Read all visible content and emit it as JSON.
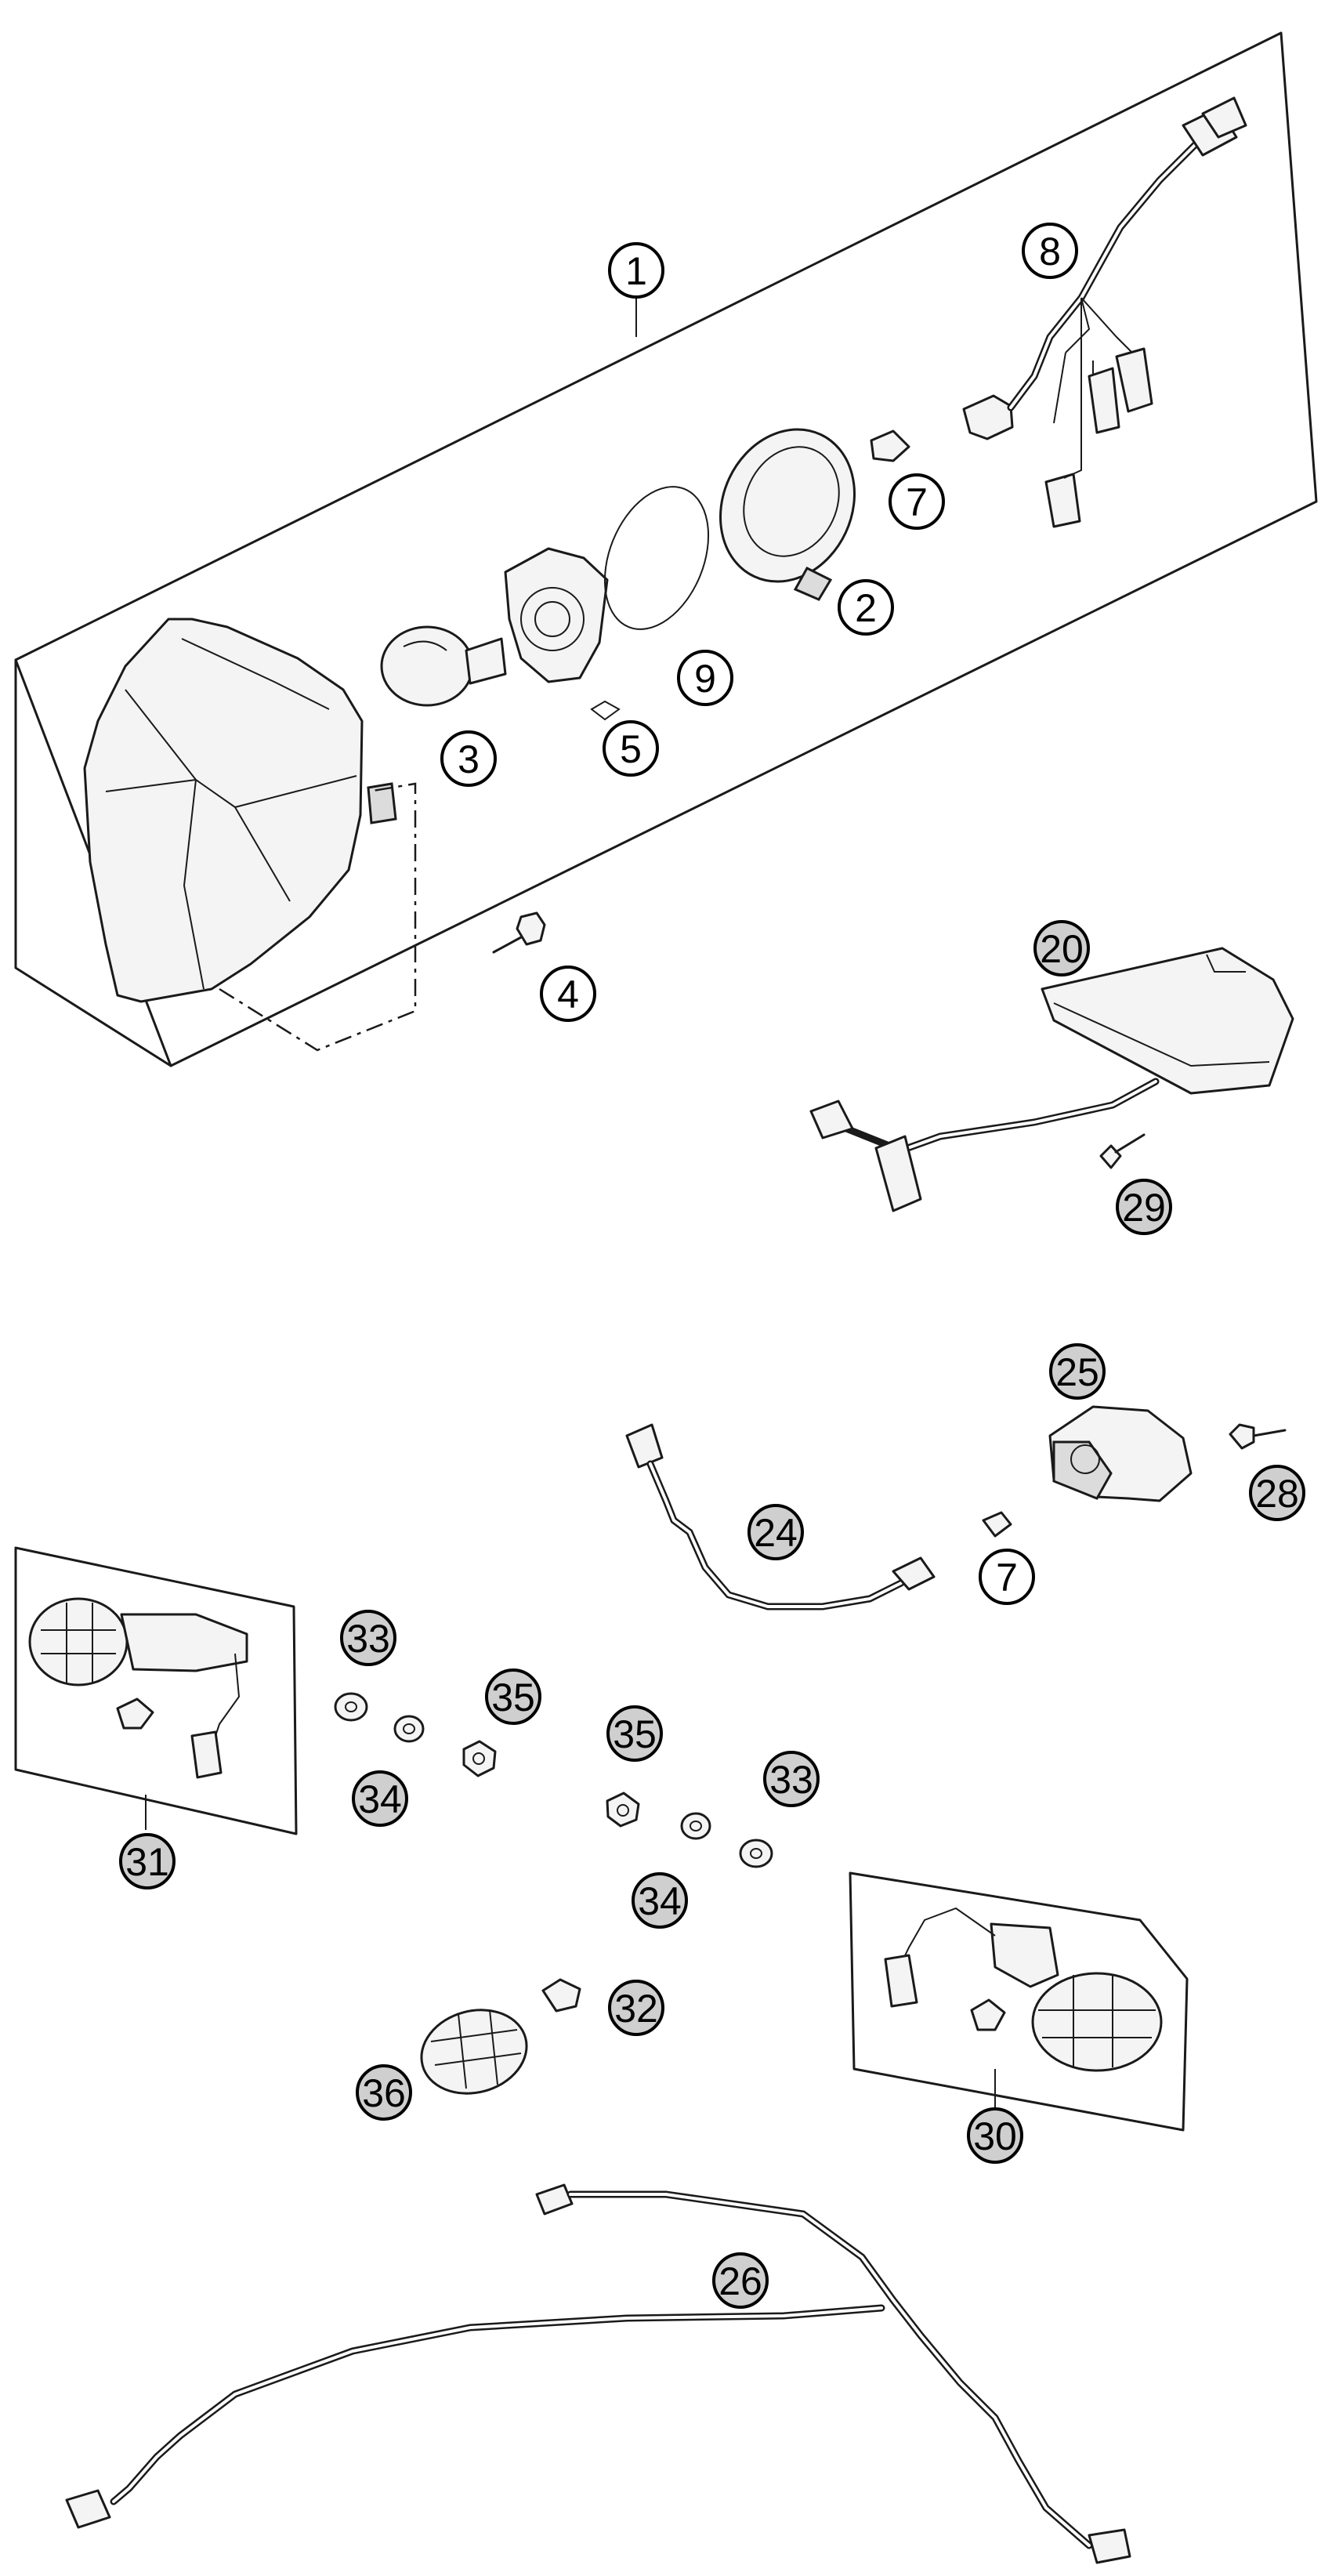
{
  "callouts": [
    {
      "id": "c1",
      "label": "1",
      "style": "open"
    },
    {
      "id": "c2",
      "label": "2",
      "style": "open"
    },
    {
      "id": "c3",
      "label": "3",
      "style": "open"
    },
    {
      "id": "c4",
      "label": "4",
      "style": "open"
    },
    {
      "id": "c5",
      "label": "5",
      "style": "open"
    },
    {
      "id": "c7a",
      "label": "7",
      "style": "open"
    },
    {
      "id": "c8",
      "label": "8",
      "style": "open"
    },
    {
      "id": "c9",
      "label": "9",
      "style": "open"
    },
    {
      "id": "c20",
      "label": "20",
      "style": "shaded"
    },
    {
      "id": "c29",
      "label": "29",
      "style": "shaded"
    },
    {
      "id": "c25",
      "label": "25",
      "style": "shaded"
    },
    {
      "id": "c28",
      "label": "28",
      "style": "shaded"
    },
    {
      "id": "c24",
      "label": "24",
      "style": "shaded"
    },
    {
      "id": "c7b",
      "label": "7",
      "style": "open"
    },
    {
      "id": "c33a",
      "label": "33",
      "style": "shaded"
    },
    {
      "id": "c35a",
      "label": "35",
      "style": "shaded"
    },
    {
      "id": "c34a",
      "label": "34",
      "style": "shaded"
    },
    {
      "id": "c35b",
      "label": "35",
      "style": "shaded"
    },
    {
      "id": "c33b",
      "label": "33",
      "style": "shaded"
    },
    {
      "id": "c34b",
      "label": "34",
      "style": "shaded"
    },
    {
      "id": "c31",
      "label": "31",
      "style": "shaded"
    },
    {
      "id": "c32",
      "label": "32",
      "style": "shaded"
    },
    {
      "id": "c36",
      "label": "36",
      "style": "shaded"
    },
    {
      "id": "c30",
      "label": "30",
      "style": "shaded"
    },
    {
      "id": "c26",
      "label": "26",
      "style": "shaded"
    }
  ]
}
